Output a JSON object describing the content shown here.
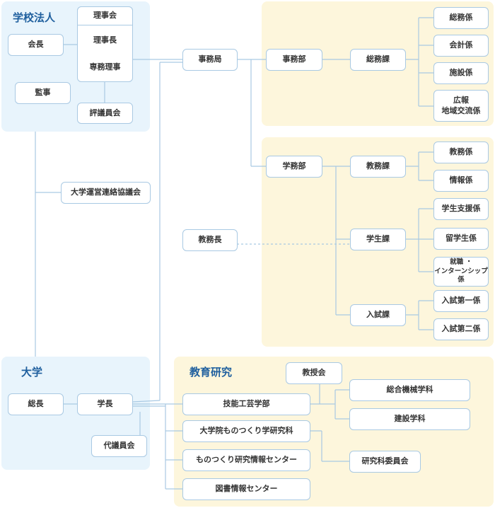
{
  "sections": {
    "school_corporation": "学校法人",
    "university": "大学",
    "education_research": "教育研究"
  },
  "nodes": {
    "rijikai": "理事会",
    "rijicho": "理事長",
    "senmu_riji": "専務理事",
    "kaicho": "会長",
    "kanji": "監事",
    "hyogiinkai": "評議員会",
    "jimukyoku": "事務局",
    "jimubu": "事務部",
    "somuka": "総務課",
    "somukakari": "総務係",
    "kaikeikakari": "会計係",
    "shisetsukakari": "施設係",
    "kohokakari": "広報\n地域交流係",
    "gakumubu": "学務部",
    "kyomuka": "教務課",
    "kyomukakari": "教務係",
    "johokakari": "情報係",
    "daigaku_renraku": "大学運営連絡協議会",
    "kyomucho": "教務長",
    "gakuseika": "学生課",
    "gakusei_shien": "学生支援係",
    "ryugakusei": "留学生係",
    "shushoku": "就職 ・\nインターンシップ係",
    "nyushika": "入試課",
    "nyushi1": "入試第一係",
    "nyushi2": "入試第二係",
    "socho": "総長",
    "gakucho": "学長",
    "daigiinkai": "代議員会",
    "kyojukai": "教授会",
    "gino_kogei": "技能工芸学部",
    "sogo_kikai": "総合機械学科",
    "kensetsu": "建設学科",
    "daigakuin": "大学院ものつくり学研究科",
    "kenkyuka_iinkai": "研究科委員会",
    "monotsukuri_center": "ものつくり研究情報センター",
    "toshokan": "図書情報センター"
  },
  "colors": {
    "line": "#a9c9e3",
    "border": "#a9c9e3",
    "title": "#1f5f9e",
    "panel_blue": "#e8f4fc",
    "panel_yellow": "#fdf6dc"
  }
}
